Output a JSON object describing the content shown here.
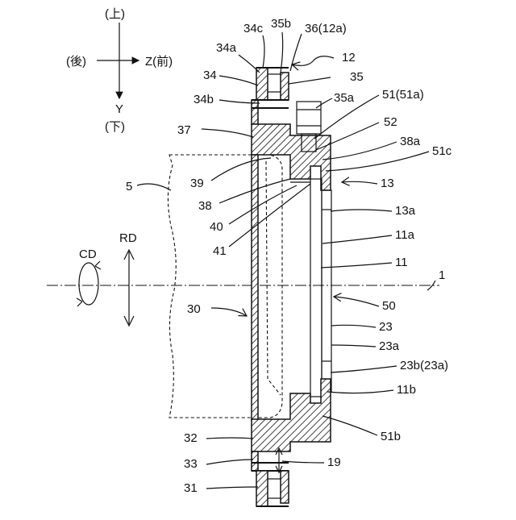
{
  "axes": {
    "up": "(上)",
    "back": "(後)",
    "z_front": "Z(前)",
    "y": "Y",
    "down": "(下)"
  },
  "directions": {
    "cd": "CD",
    "rd": "RD"
  },
  "labels": {
    "l34c": "34c",
    "l35b": "35b",
    "l36": "36(12a)",
    "l34a": "34a",
    "l12": "12",
    "l34": "34",
    "l35": "35",
    "l34b": "34b",
    "l35a": "35a",
    "l51": "51(51a)",
    "l52": "52",
    "l37": "37",
    "l38a": "38a",
    "l51c": "51c",
    "l5": "5",
    "l39": "39",
    "l13": "13",
    "l38": "38",
    "l13a": "13a",
    "l40": "40",
    "l11a": "11a",
    "l41": "41",
    "l11": "11",
    "l1": "1",
    "l30": "30",
    "l50": "50",
    "l23": "23",
    "l23a": "23a",
    "l23b": "23b(23a)",
    "l11b": "11b",
    "l51b": "51b",
    "l32": "32",
    "l33": "33",
    "l19": "19",
    "l31": "31"
  }
}
